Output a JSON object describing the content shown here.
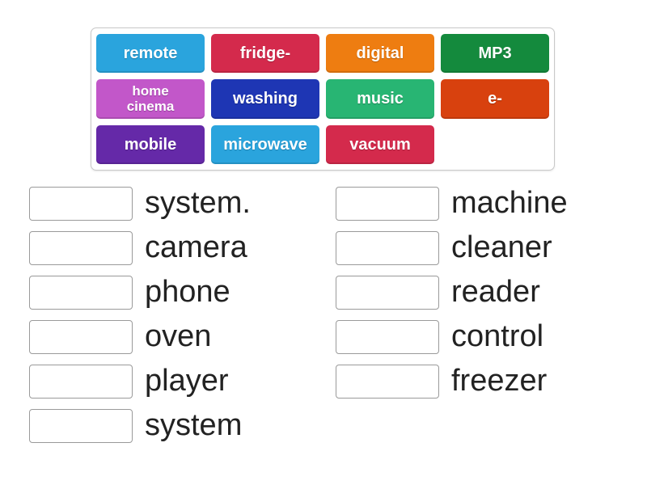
{
  "activity": {
    "type_label": "match-up word bank game"
  },
  "word_bank": {
    "tiles": [
      {
        "label": "remote",
        "color": "#2aa4dd"
      },
      {
        "label": "fridge-",
        "color": "#d42a4c"
      },
      {
        "label": "digital",
        "color": "#ee7d11"
      },
      {
        "label": "MP3",
        "color": "#148a3d"
      },
      {
        "label": "home cinema",
        "color": "#c257c9"
      },
      {
        "label": "washing",
        "color": "#1e36b4"
      },
      {
        "label": "music",
        "color": "#28b573"
      },
      {
        "label": "e-",
        "color": "#d8410e"
      },
      {
        "label": "mobile",
        "color": "#6529a8"
      },
      {
        "label": "microwave",
        "color": "#2aa4dd"
      },
      {
        "label": "vacuum",
        "color": "#d42a4c"
      }
    ]
  },
  "answers": {
    "left_column": [
      "system.",
      "camera",
      "phone",
      "oven",
      "player",
      "system"
    ],
    "right_column": [
      "machine",
      "cleaner",
      "reader",
      "control",
      "freezer"
    ]
  },
  "ui": {
    "background_color": "#ffffff",
    "panel_border_color": "#c9c9c9",
    "slot_border_color": "#9a9a9a",
    "word_text_color": "#222222",
    "tile_text_color": "#ffffff"
  }
}
